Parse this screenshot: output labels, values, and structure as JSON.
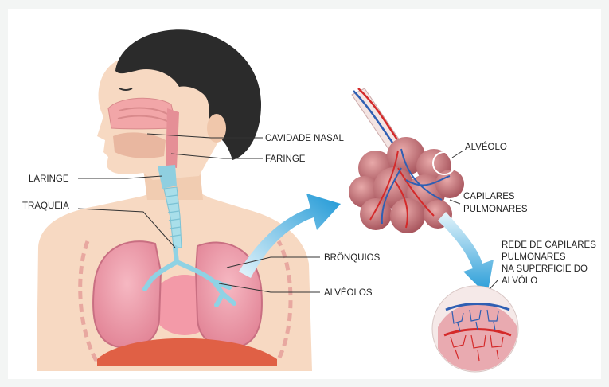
{
  "labels": {
    "cavidade_nasal": "CAVIDADE NASAL",
    "faringe": "FARINGE",
    "laringe": "LARINGE",
    "traqueia": "TRAQUEIA",
    "bronquios": "BRÔNQUIOS",
    "alveolos": "ALVÉOLOS",
    "alveolo": "ALVÉOLO",
    "capilares_line1": "CAPILARES",
    "capilares_line2": "PULMONARES",
    "rede_line1": "REDE DE CAPILARES",
    "rede_line2": "PULMONARES",
    "rede_line3": "NA SUPERFICIE DO",
    "rede_line4": "ALVÓLO"
  },
  "colors": {
    "skin": "#f7d9c2",
    "hair": "#2b2b2b",
    "lung": "#e98f9e",
    "trachea": "#a9dfea",
    "diaphragm": "#e06045",
    "arrow": "#29a3dc",
    "alveoli": "#c9747c"
  }
}
